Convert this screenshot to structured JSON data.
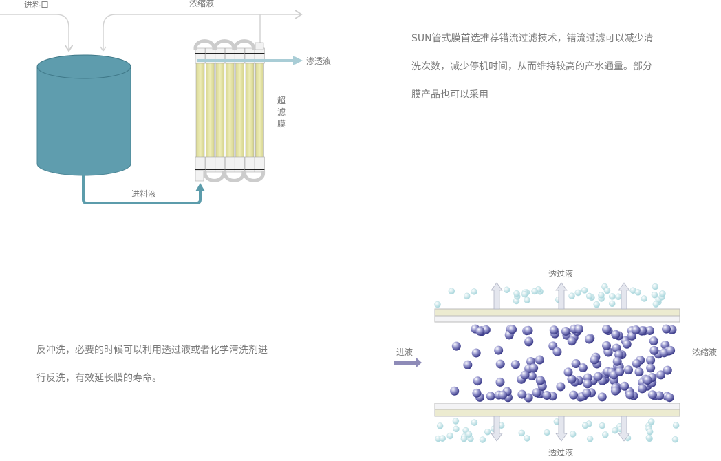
{
  "process_diagram": {
    "inlet_label": "进料口",
    "concentrate_label": "浓缩液",
    "permeate_label": "渗透液",
    "membrane_label": "超滤膜",
    "feed_label": "进料液"
  },
  "intro_paragraph": {
    "lines": [
      "SUN管式膜首选推荐错流过滤技术，错流过滤可以减少清",
      "洗次数，减少停机时间，从而维持较高的产水通量。部分",
      "膜产品也可以采用"
    ]
  },
  "backwash_paragraph": {
    "lines": [
      "反冲洗，必要的时候可以利用透过液或者化学清洗剂进",
      "行反洗，有效延长膜的寿命。"
    ]
  },
  "crossflow_diagram": {
    "permeate_top_label": "透过液",
    "permeate_bottom_label": "透过液",
    "feed_label": "进液",
    "concentrate_label": "浓缩液"
  },
  "colors": {
    "tank": "#5f9dae",
    "tube": "#e6e4a4",
    "permeate_arrow": "#a9cdd6",
    "particle": "#4a4a96",
    "line": "#cfcfcf"
  }
}
